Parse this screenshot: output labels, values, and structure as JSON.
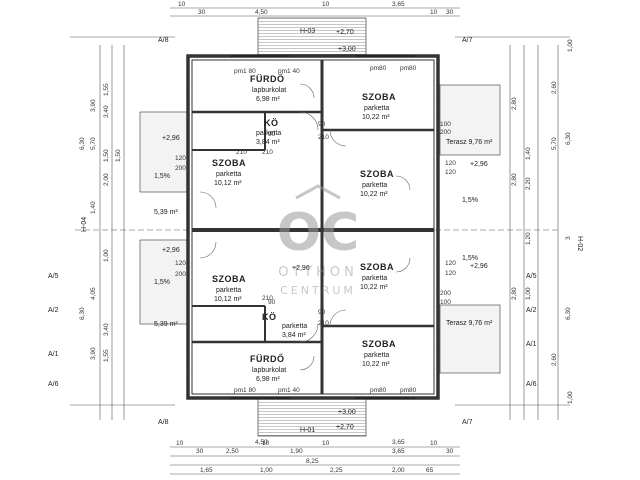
{
  "rooms": [
    {
      "name": "FÜRDŐ",
      "floor": "lapburkolat",
      "area": "6,98 m²"
    },
    {
      "name": "SZOBA",
      "floor": "parketta",
      "area": "10,22 m²"
    },
    {
      "name": "KÖ",
      "floor": "parketta",
      "area": "3,84 m²"
    },
    {
      "name": "SZOBA",
      "floor": "parketta",
      "area": "10,12 m²"
    },
    {
      "name": "SZOBA",
      "floor": "parketta",
      "area": "10,22 m²"
    },
    {
      "name": "SZOBA",
      "floor": "parketta",
      "area": "10,12 m²"
    },
    {
      "name": "SZOBA",
      "floor": "parketta",
      "area": "10,22 m²"
    },
    {
      "name": "KÖ",
      "floor": "parketta",
      "area": "3,84 m²"
    },
    {
      "name": "SZOBA",
      "floor": "parketta",
      "area": "10,22 m²"
    },
    {
      "name": "FÜRDŐ",
      "floor": "lapburkolat",
      "area": "6,98 m²"
    }
  ],
  "terraces": [
    "Terasz 9,76 m²",
    "Terasz 9,76 m²"
  ],
  "small_areas": [
    "5,39 m²",
    "5,39 m²"
  ],
  "axes": {
    "a8": "A/8",
    "a7": "A/7",
    "a5": "A/5",
    "a2": "A/2",
    "a1": "A/1",
    "a6": "A/6",
    "h04": "H-04",
    "h02": "H-02",
    "h03": "H-03",
    "h01": "H-01"
  },
  "levels": {
    "top_stair": "+2,70",
    "top_entry": "+3,00",
    "bottom_stair": "+2,70",
    "bottom_entry": "+3,00",
    "terrace": "+2,96"
  },
  "slopes": "1,5%",
  "openings": {
    "pm80": "pm80",
    "pm140": "pm1 40",
    "pm180": "pm1 80",
    "d90": "90",
    "d210": "210",
    "d120": "120",
    "d200": "200",
    "d100": "100"
  },
  "dims_top": [
    "10",
    "30",
    "4,50",
    "10",
    "3,65",
    "10",
    "30"
  ],
  "dims_bottom_1": [
    "10",
    "30",
    "2,50",
    "10",
    "1,90",
    "10",
    "3,65",
    "10",
    "30"
  ],
  "dims_bottom_2": [
    "4,50",
    "3,65"
  ],
  "dims_bottom_3": [
    "8,25"
  ],
  "dims_bottom_4": [
    "1,65",
    "1,00",
    "2,25",
    "2,00",
    "65"
  ],
  "dims_left": [
    "3,90",
    "6,30",
    "1,55",
    "5,70",
    "3,40",
    "1,50",
    "1,50",
    "2,00",
    "1,40",
    "4,05",
    "1,00",
    "1,55",
    "3,40",
    "3,90",
    "6,30"
  ],
  "dims_right": [
    "1,00",
    "2,60",
    "2,80",
    "6,30",
    "5,70",
    "1,40",
    "2,20",
    "2,80",
    "1,20",
    "3",
    "1,00",
    "2,80",
    "2,60",
    "6,30",
    "1,00"
  ],
  "watermark": {
    "logo": "OC",
    "line1": "OTTHON",
    "line2": "CENTRUM"
  }
}
